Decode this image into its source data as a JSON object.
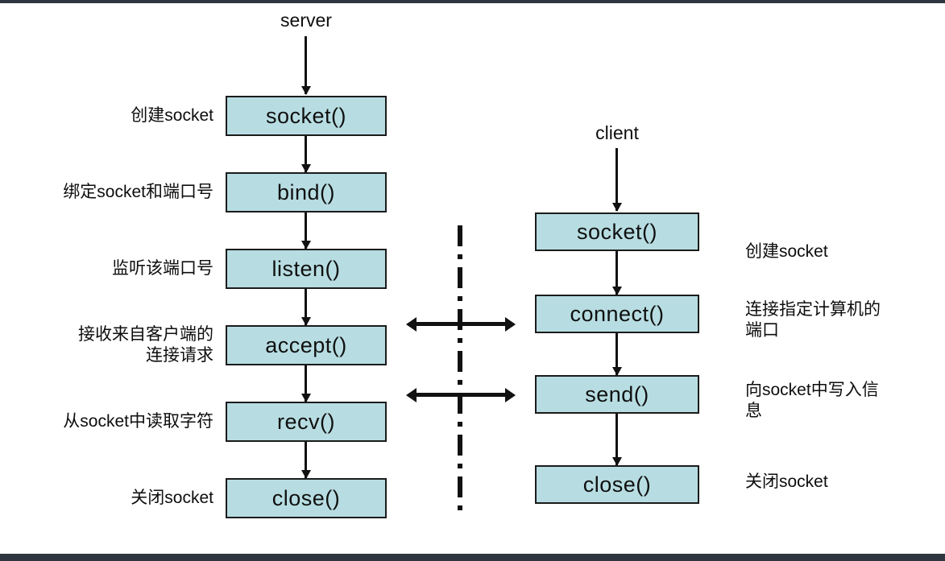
{
  "diagram": {
    "title_server": "server",
    "title_client": "client",
    "box_fill_color": "#b7dde2",
    "box_border_color": "#1b1b1b",
    "server": {
      "steps": [
        {
          "box": "socket()",
          "note": "创建socket"
        },
        {
          "box": "bind()",
          "note": "绑定socket和端口号"
        },
        {
          "box": "listen()",
          "note": "监听该端口号"
        },
        {
          "box": "accept()",
          "note": "接收来自客户端的\n连接请求"
        },
        {
          "box": "recv()",
          "note": "从socket中读取字符"
        },
        {
          "box": "close()",
          "note": "关闭socket"
        }
      ]
    },
    "client": {
      "steps": [
        {
          "box": "socket()",
          "note": "创建socket"
        },
        {
          "box": "connect()",
          "note": "连接指定计算机的\n端口"
        },
        {
          "box": "send()",
          "note": "向socket中写入信\n息"
        },
        {
          "box": "close()",
          "note": "关闭socket"
        }
      ]
    },
    "cross_links": [
      {
        "name": "connect-accept-link"
      },
      {
        "name": "send-recv-link"
      }
    ]
  }
}
